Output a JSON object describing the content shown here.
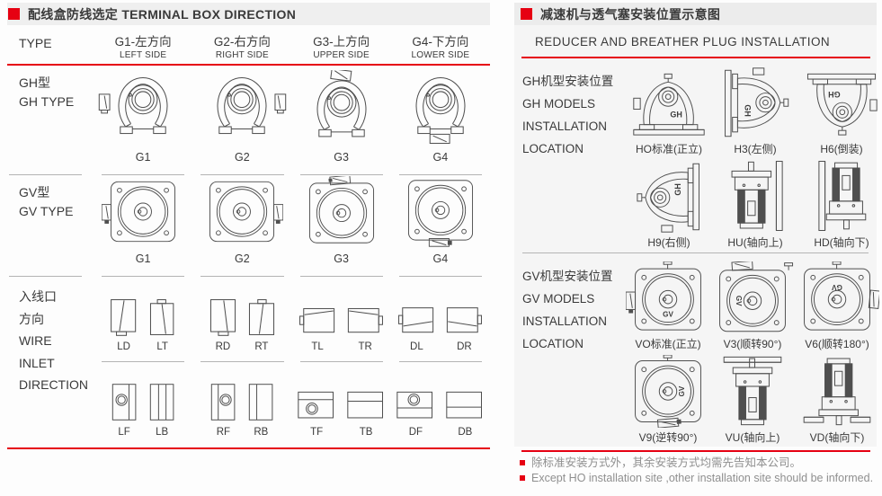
{
  "colors": {
    "accent_red": "#e60012",
    "text_dark": "#3a3a3a",
    "note_grey": "#8f8f8f"
  },
  "left_panel": {
    "title_zh": "配线盒防线选定",
    "title_en": "TERMINAL BOX DIRECTION",
    "type_header": "TYPE",
    "columns": [
      {
        "zh": "G1-左方向",
        "en": "LEFT SIDE"
      },
      {
        "zh": "G2-右方向",
        "en": "RIGHT SIDE"
      },
      {
        "zh": "G3-上方向",
        "en": "UPPER SIDE"
      },
      {
        "zh": "G4-下方向",
        "en": "LOWER SIDE"
      }
    ],
    "gh_row": {
      "label_zh": "GH型",
      "label_en": "GH TYPE",
      "cells": [
        "G1",
        "G2",
        "G3",
        "G4"
      ]
    },
    "gv_row": {
      "label_zh": "GV型",
      "label_en": "GV TYPE",
      "cells": [
        "G1",
        "G2",
        "G3",
        "G4"
      ]
    },
    "wire_row": {
      "label_lines": [
        "入线口",
        "方向",
        "WIRE",
        "INLET",
        "DIRECTION"
      ],
      "row1": [
        "LD",
        "LT",
        "RD",
        "RT",
        "TL",
        "TR",
        "DL",
        "DR"
      ],
      "row2": [
        "LF",
        "LB",
        "RF",
        "RB",
        "TF",
        "TB",
        "DF",
        "DB"
      ]
    }
  },
  "right_panel": {
    "title_zh": "减速机与透气塞安装位置示意图",
    "title_en": "REDUCER AND  BREATHER PLUG  INSTALLATION",
    "gh_section": {
      "label_lines": [
        "GH机型安装位置",
        "GH MODELS",
        "INSTALLATION",
        "LOCATION"
      ],
      "row1": [
        "HO标准(正立)",
        "H3(左侧)",
        "H6(倒装)"
      ],
      "row2": [
        "H9(右侧)",
        "HU(轴向上)",
        "HD(轴向下)"
      ]
    },
    "gv_section": {
      "label_lines": [
        "GV机型安装位置",
        "GV MODELS",
        "INSTALLATION",
        "LOCATION"
      ],
      "row1": [
        "VO标准(正立)",
        "V3(顺转90°)",
        "V6(顺转180°)"
      ],
      "row2": [
        "V9(逆转90°)",
        "VU(轴向上)",
        "VD(轴向下)"
      ]
    },
    "notes": [
      "除标准安装方式外，其余安装方式均需先告知本公司。",
      "Except HO installation site ,other installation site should be informed."
    ]
  },
  "drawings": {
    "gh_label": "GH",
    "gv_label": "GV"
  }
}
